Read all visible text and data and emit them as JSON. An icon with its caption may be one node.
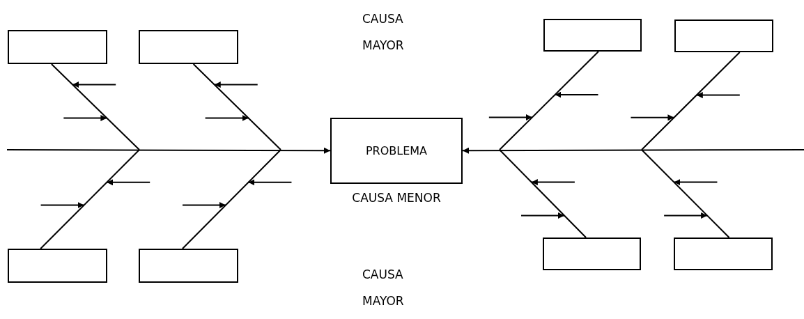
{
  "diagram": {
    "nodes": [
      {
        "text": [
          "PROBLEMA"
        ],
        "beside": [
          "CAUSA MENOR"
        ]
      },
      {
        "text": [],
        "shape": "box"
      },
      {
        "text": [],
        "shape": "box"
      },
      {
        "text": [],
        "shape": "box"
      },
      {
        "text": [],
        "shape": "box"
      },
      {
        "text": [],
        "shape": "box"
      },
      {
        "text": [],
        "shape": "box"
      },
      {
        "text": [],
        "shape": "box"
      },
      {
        "text": [],
        "shape": "box"
      }
    ],
    "edges": [
      {
        "from": null,
        "to": 0,
        "arrow": "to"
      },
      {
        "from": null,
        "to": 0,
        "arrow": "to"
      },
      {
        "from": 1,
        "to": null,
        "arrow": "none"
      },
      {
        "from": 2,
        "to": null,
        "arrow": "none"
      },
      {
        "from": 3,
        "to": null,
        "arrow": "none"
      },
      {
        "from": 4,
        "to": null,
        "arrow": "none"
      },
      {
        "from": 5,
        "to": null,
        "arrow": "none"
      },
      {
        "from": 6,
        "to": null,
        "arrow": "none"
      },
      {
        "from": 7,
        "to": null,
        "arrow": "none"
      },
      {
        "from": 8,
        "to": null,
        "arrow": "none"
      }
    ],
    "labels": [
      "CAUSA MAYOR",
      "CAUSA MAYOR"
    ]
  }
}
